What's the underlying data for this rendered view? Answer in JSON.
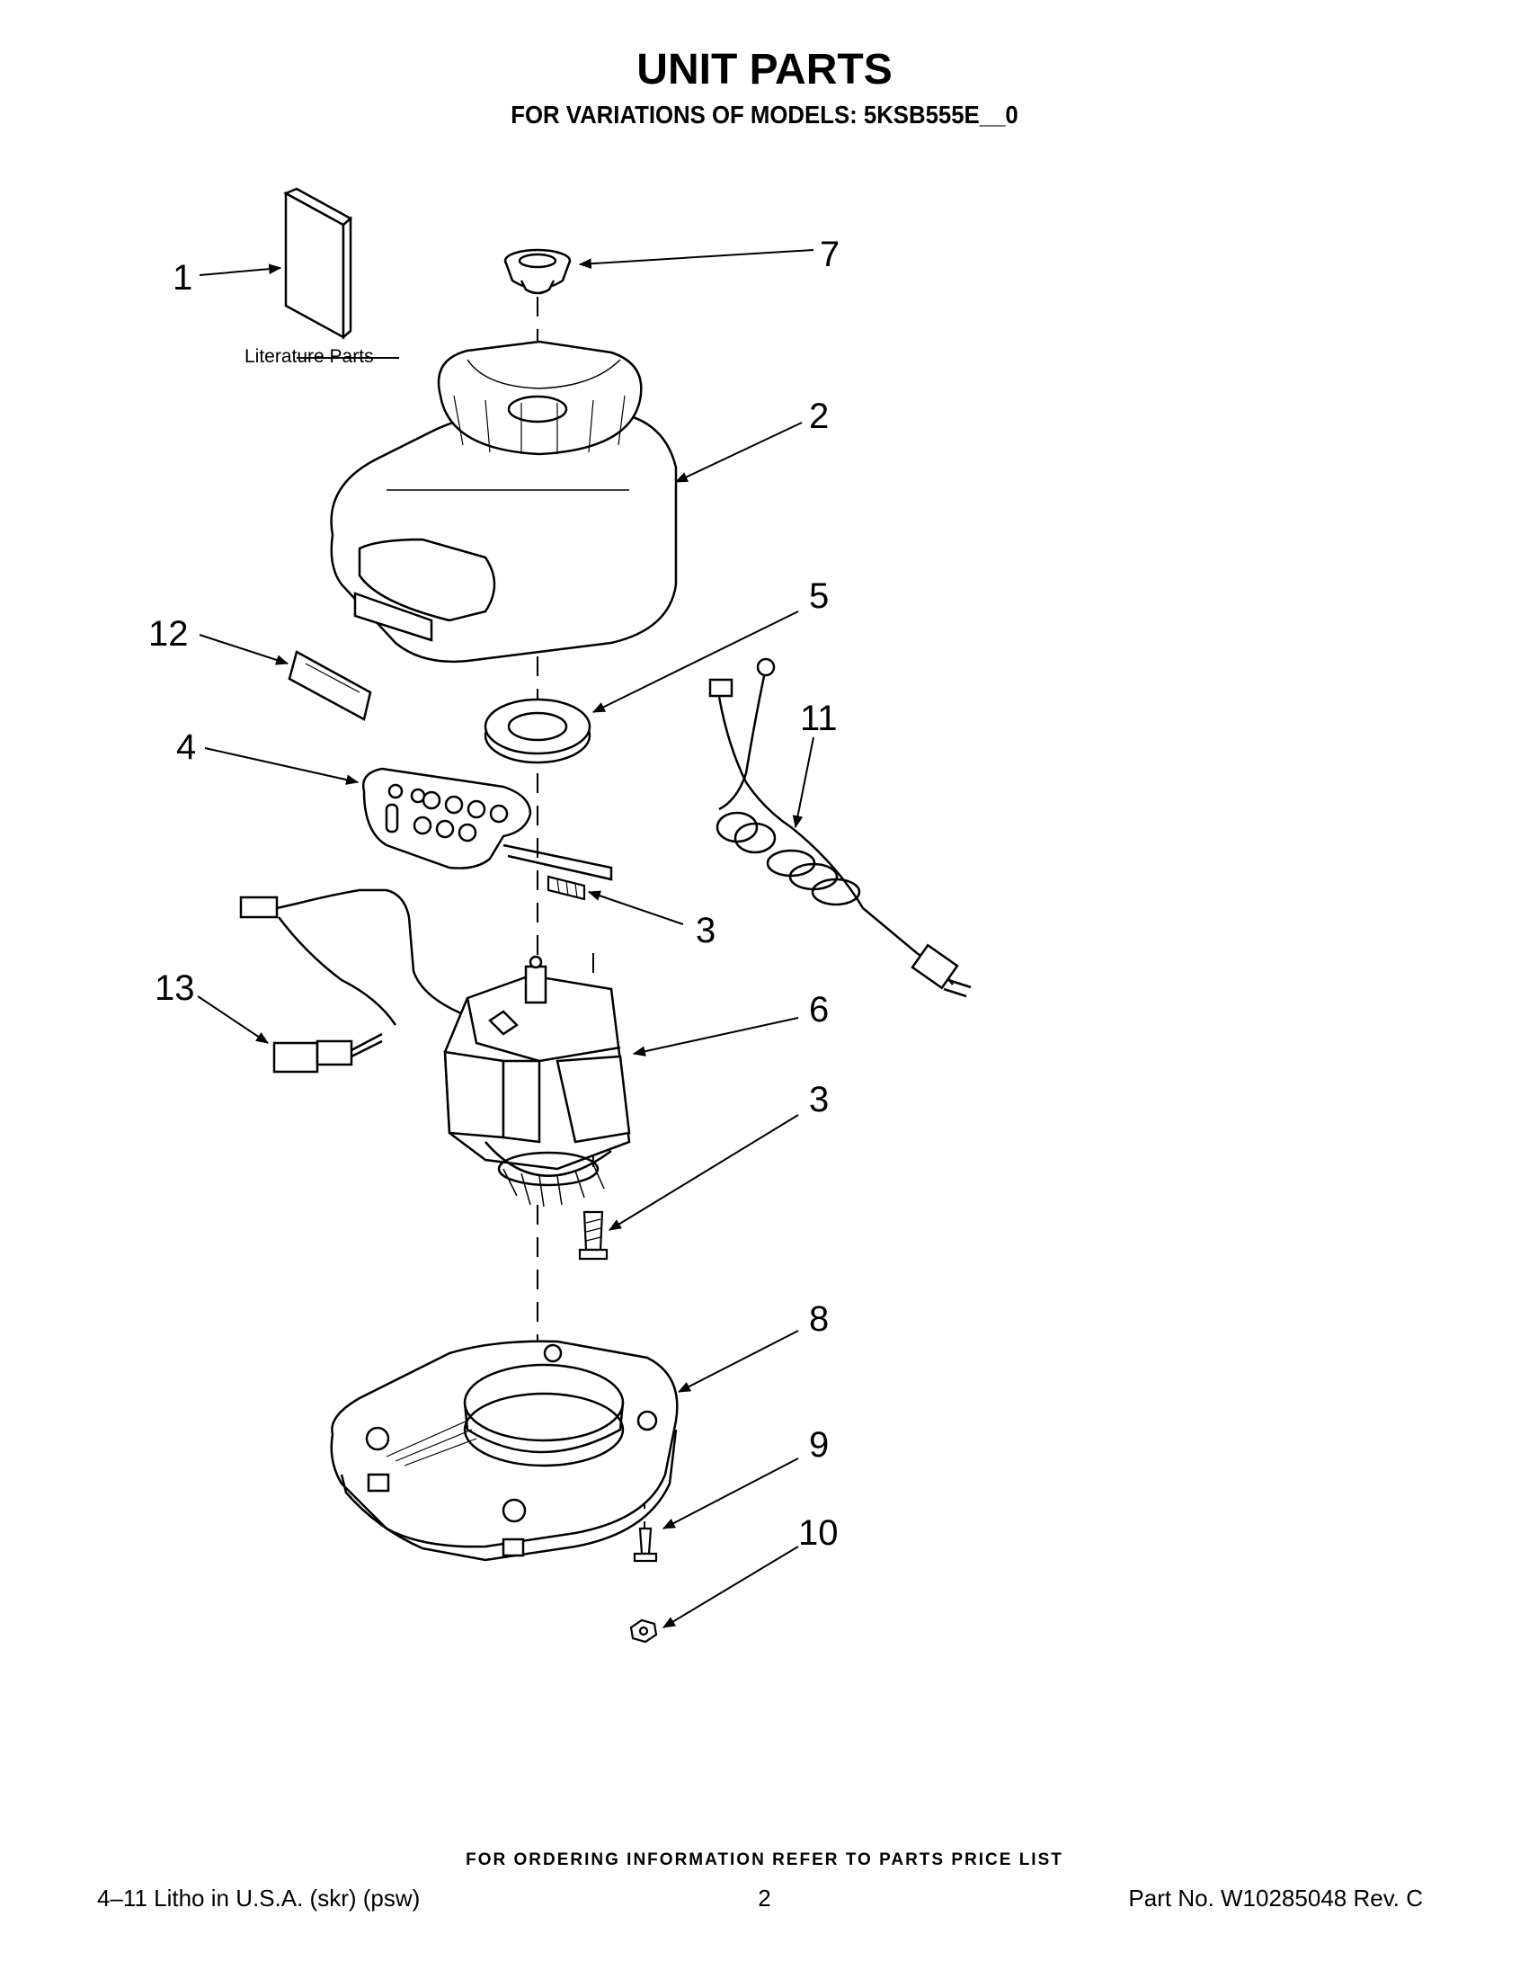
{
  "header": {
    "title": "UNIT PARTS",
    "subtitle": "FOR VARIATIONS OF MODELS: 5KSB555E__0"
  },
  "diagram": {
    "literature_label": "Literature Parts",
    "callouts": [
      "1",
      "7",
      "2",
      "12",
      "5",
      "11",
      "4",
      "3",
      "13",
      "6",
      "3",
      "8",
      "9",
      "10"
    ]
  },
  "footer": {
    "ordering_note": "FOR ORDERING INFORMATION REFER TO PARTS PRICE LIST",
    "litho": "4–11 Litho in U.S.A. (skr) (psw)",
    "page": "2",
    "part_no": "Part No. W10285048 Rev. C"
  }
}
